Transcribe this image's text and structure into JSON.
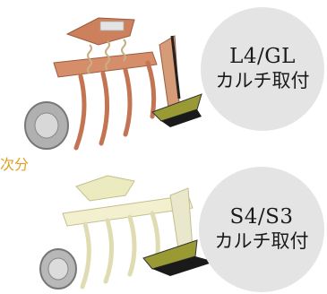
{
  "partial_text": "次分",
  "badges": [
    {
      "model": "L4/GL",
      "subtitle": "カルチ取付"
    },
    {
      "model": "S4/S3",
      "subtitle": "カルチ取付"
    }
  ],
  "colors": {
    "top_machine_frame": "#c46a3f",
    "bottom_machine_frame": "#e8e6b0",
    "blade": "#8a8a30",
    "wheel": "#b0b0b0",
    "side_text": "#e0a020",
    "badge_bg": "#e4e4e4"
  }
}
